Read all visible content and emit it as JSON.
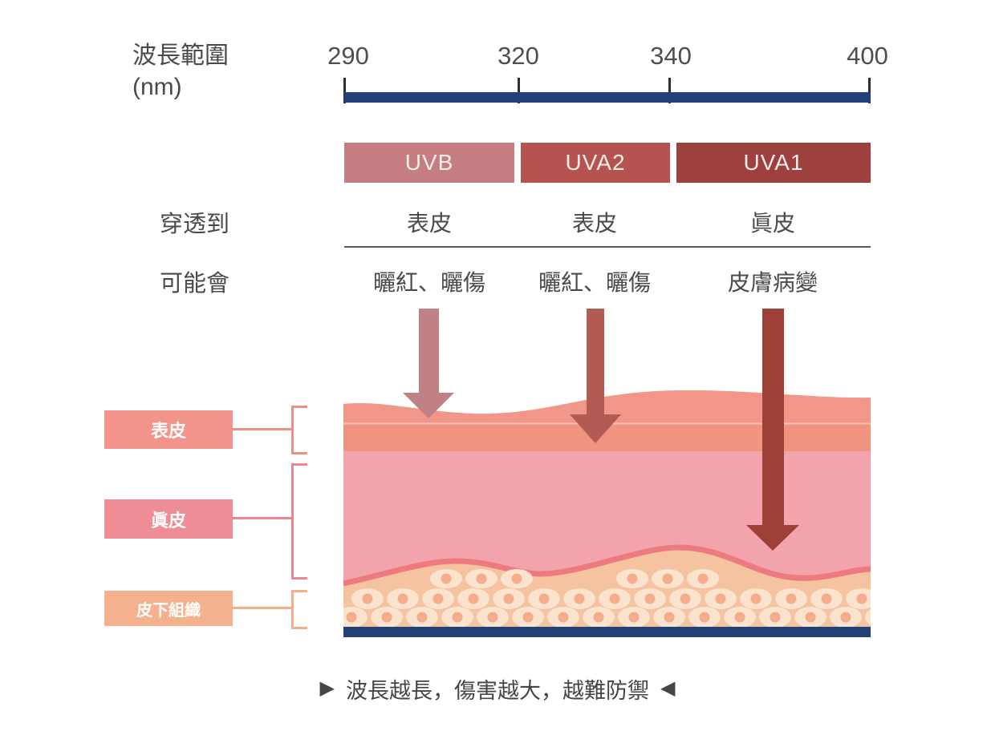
{
  "header": {
    "axis_label_line1": "波長範圍",
    "axis_label_line2": "(nm)",
    "tick_labels": [
      "290",
      "320",
      "340",
      "400"
    ]
  },
  "row_labels": {
    "penetrate": "穿透到",
    "effect": "可能會"
  },
  "bands": [
    {
      "label": "UVB",
      "penetrates": "表皮",
      "effect": "曬紅、曬傷"
    },
    {
      "label": "UVA2",
      "penetrates": "表皮",
      "effect": "曬紅、曬傷"
    },
    {
      "label": "UVA1",
      "penetrates": "眞皮",
      "effect": "皮膚病變"
    }
  ],
  "skin_labels": [
    {
      "label": "表皮"
    },
    {
      "label": "眞皮"
    },
    {
      "label": "皮下組織"
    }
  ],
  "caption": {
    "left_marker": "▶",
    "text": "波長越長，傷害越大，越難防禦",
    "right_marker": "◀"
  },
  "colors": {
    "navy": "#24407B",
    "uvb": "#C47E83",
    "uva2": "#B5544E",
    "uva1": "#9E403E",
    "arrow_uvb": "#BF8186",
    "arrow_uva2": "#B25B52",
    "arrow_uva1": "#9D4038",
    "epidermis_top": "#F2968A",
    "epidermis_lower": "#F09380",
    "epidermis_divider": "rgba(255,255,255,0.45)",
    "dermis": "#F2A3AB",
    "dermis_boundary": "#EC7A7E",
    "subcutis": "#F6C3A0",
    "fat_cell": "#FBE3CE",
    "fat_cell_dot": "#F4AD8C",
    "label_epidermis_box": "#F2948C",
    "label_dermis_box": "#EE8D96",
    "label_subcutis_box": "#F5B18E",
    "bracket_epidermis": "#EF8E85",
    "bracket_dermis": "#ED8690",
    "bracket_subcutis": "#F5AE89",
    "text": "#4A4A4A"
  }
}
